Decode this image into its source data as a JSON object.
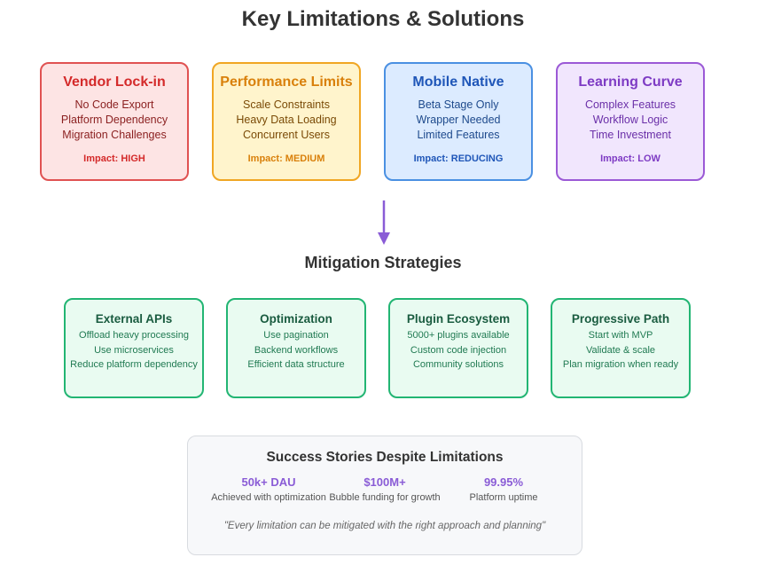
{
  "title": "Key Limitations & Solutions",
  "limitations": [
    {
      "title": "Vendor Lock-in",
      "lines": [
        "No Code Export",
        "Platform Dependency",
        "Migration Challenges"
      ],
      "impact": "Impact: HIGH",
      "colors": {
        "border": "#e05252",
        "bg": "#fde4e4",
        "title": "#d42a2a",
        "text": "#8a1f1f"
      }
    },
    {
      "title": "Performance Limits",
      "lines": [
        "Scale Constraints",
        "Heavy Data Loading",
        "Concurrent Users"
      ],
      "impact": "Impact: MEDIUM",
      "colors": {
        "border": "#f0a623",
        "bg": "#fff4cc",
        "title": "#d9800b",
        "text": "#7a4a06"
      }
    },
    {
      "title": "Mobile Native",
      "lines": [
        "Beta Stage Only",
        "Wrapper Needed",
        "Limited Features"
      ],
      "impact": "Impact: REDUCING",
      "colors": {
        "border": "#4a90e2",
        "bg": "#dcebff",
        "title": "#1f56b8",
        "text": "#1e4a8c"
      }
    },
    {
      "title": "Learning Curve",
      "lines": [
        "Complex Features",
        "Workflow Logic",
        "Time Investment"
      ],
      "impact": "Impact: LOW",
      "colors": {
        "border": "#9b59d6",
        "bg": "#f1e6fd",
        "title": "#7e3bc4",
        "text": "#6a2fa8"
      }
    }
  ],
  "arrow_color": "#8a5cd6",
  "mitigation_title": "Mitigation Strategies",
  "strategies": [
    {
      "title": "External APIs",
      "lines": [
        "Offload heavy processing",
        "Use microservices",
        "Reduce platform dependency"
      ]
    },
    {
      "title": "Optimization",
      "lines": [
        "Use pagination",
        "Backend workflows",
        "Efficient data structure"
      ]
    },
    {
      "title": "Plugin Ecosystem",
      "lines": [
        "5000+ plugins available",
        "Custom code injection",
        "Community solutions"
      ]
    },
    {
      "title": "Progressive Path",
      "lines": [
        "Start with MVP",
        "Validate & scale",
        "Plan migration when ready"
      ]
    }
  ],
  "success": {
    "title": "Success Stories Despite Limitations",
    "stats": [
      {
        "value": "50k+ DAU",
        "desc": "Achieved with optimization"
      },
      {
        "value": "$100M+",
        "desc": "Bubble funding for growth"
      },
      {
        "value": "99.95%",
        "desc": "Platform uptime"
      }
    ],
    "quote": "\"Every limitation can be mitigated with the right approach and planning\""
  }
}
